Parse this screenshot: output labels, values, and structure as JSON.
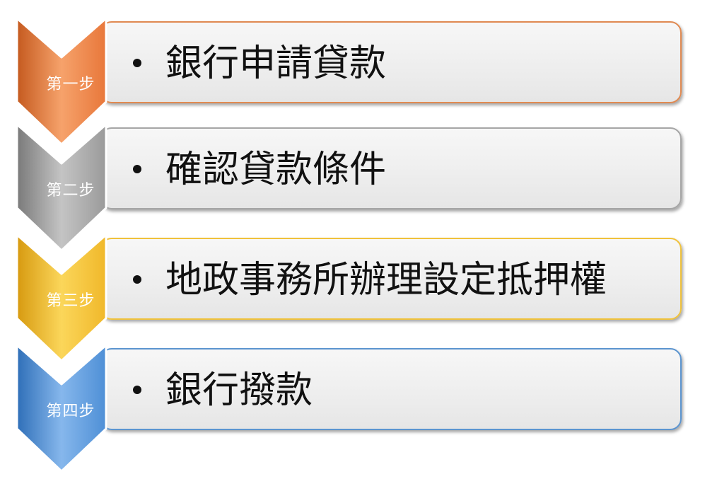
{
  "steps": [
    {
      "label": "第一步",
      "text": "銀行申請貸款",
      "color": "#e8773a",
      "light": "#f6a26b",
      "dark": "#c55a1f",
      "border": "#e08a52"
    },
    {
      "label": "第二步",
      "text": "確認貸款條件",
      "color": "#9a9a9a",
      "light": "#c4c4c4",
      "dark": "#7a7a7a",
      "border": "#a6a6a6"
    },
    {
      "label": "第三步",
      "text": "地政事務所辦理設定抵押權",
      "color": "#f0b82a",
      "light": "#fbd65a",
      "dark": "#d79a10",
      "border": "#f0c23c"
    },
    {
      "label": "第四步",
      "text": "銀行撥款",
      "color": "#4e8fd6",
      "light": "#86b7ec",
      "dark": "#2f6fb8",
      "border": "#5b94cf"
    }
  ]
}
